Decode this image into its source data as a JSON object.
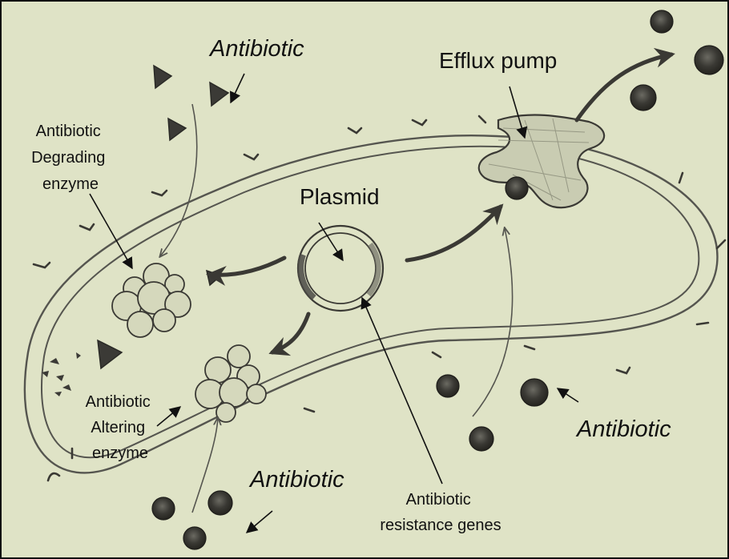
{
  "labels": {
    "antibiotic_top": "Antibiotic",
    "efflux_pump": "Efflux pump",
    "degrading_enzyme": [
      "Antibiotic",
      "Degrading",
      "enzyme"
    ],
    "plasmid": "Plasmid",
    "altering_enzyme": [
      "Antibiotic",
      "Altering",
      "enzyme"
    ],
    "antibiotic_right": "Antibiotic",
    "antibiotic_bottom": "Antibiotic",
    "resistance_genes": [
      "Antibiotic",
      "resistance genes"
    ]
  },
  "colors": {
    "paper": "#dfe3c6",
    "ink": "#2a2a26",
    "pencil": "#555550",
    "pump_fill": "#c9ccb2",
    "antibiotic_dark": "#3b3a36"
  }
}
